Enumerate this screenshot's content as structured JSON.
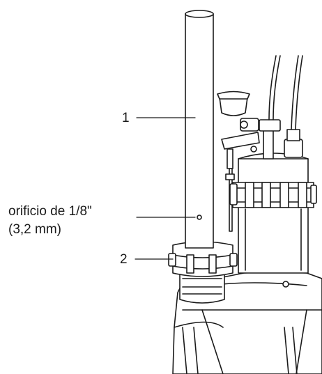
{
  "callouts": [
    {
      "number": "1"
    },
    {
      "number": "2"
    }
  ],
  "hole_label": {
    "line1": "orificio de 1/8\"",
    "line2": "(3,2 mm)"
  },
  "colors": {
    "stroke": "#1a1a1a",
    "fill": "#ffffff"
  }
}
